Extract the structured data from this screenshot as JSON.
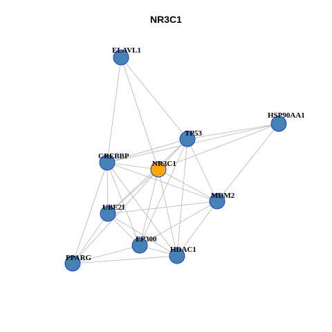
{
  "title": "NR3C1",
  "colors": {
    "node": "#4682b4",
    "center": "#ffa500",
    "border": "#1a3fcf",
    "edge": "#b3b3b3"
  },
  "nodes": [
    {
      "id": "NR3C1",
      "label": "NR3C1",
      "center": true
    },
    {
      "id": "ELAVL1",
      "label": "ELAVL1"
    },
    {
      "id": "TP53",
      "label": "TP53"
    },
    {
      "id": "HSP90AA1",
      "label": "HSP90AA1"
    },
    {
      "id": "CREBBP",
      "label": "CREBBP"
    },
    {
      "id": "MDM2",
      "label": "MDM2"
    },
    {
      "id": "UBE2I",
      "label": "UBE2I"
    },
    {
      "id": "EP300",
      "label": "EP300"
    },
    {
      "id": "HDAC1",
      "label": "HDAC1"
    },
    {
      "id": "PPARG",
      "label": "PPARG"
    }
  ],
  "edges": [
    [
      "ELAVL1",
      "TP53"
    ],
    [
      "ELAVL1",
      "CREBBP"
    ],
    [
      "ELAVL1",
      "NR3C1"
    ],
    [
      "TP53",
      "HSP90AA1"
    ],
    [
      "TP53",
      "CREBBP"
    ],
    [
      "TP53",
      "NR3C1"
    ],
    [
      "TP53",
      "MDM2"
    ],
    [
      "TP53",
      "UBE2I"
    ],
    [
      "TP53",
      "EP300"
    ],
    [
      "TP53",
      "HDAC1"
    ],
    [
      "HSP90AA1",
      "CREBBP"
    ],
    [
      "HSP90AA1",
      "NR3C1"
    ],
    [
      "HSP90AA1",
      "MDM2"
    ],
    [
      "CREBBP",
      "NR3C1"
    ],
    [
      "CREBBP",
      "MDM2"
    ],
    [
      "CREBBP",
      "UBE2I"
    ],
    [
      "CREBBP",
      "EP300"
    ],
    [
      "CREBBP",
      "HDAC1"
    ],
    [
      "CREBBP",
      "PPARG"
    ],
    [
      "NR3C1",
      "MDM2"
    ],
    [
      "NR3C1",
      "UBE2I"
    ],
    [
      "NR3C1",
      "EP300"
    ],
    [
      "NR3C1",
      "HDAC1"
    ],
    [
      "NR3C1",
      "PPARG"
    ],
    [
      "MDM2",
      "UBE2I"
    ],
    [
      "MDM2",
      "EP300"
    ],
    [
      "MDM2",
      "HDAC1"
    ],
    [
      "UBE2I",
      "EP300"
    ],
    [
      "UBE2I",
      "HDAC1"
    ],
    [
      "UBE2I",
      "PPARG"
    ],
    [
      "EP300",
      "HDAC1"
    ],
    [
      "EP300",
      "PPARG"
    ],
    [
      "HDAC1",
      "PPARG"
    ]
  ]
}
